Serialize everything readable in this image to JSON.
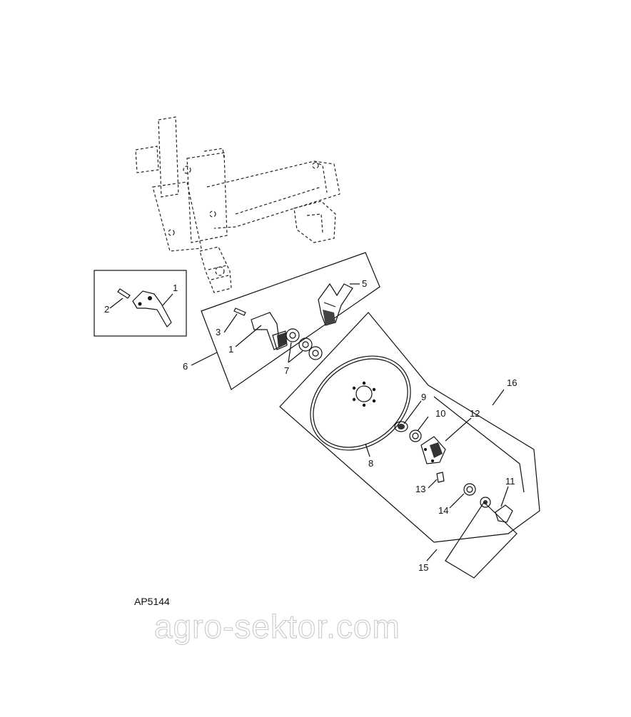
{
  "figure": {
    "code": "AP5144",
    "watermark": "agro-sektor.com"
  },
  "callouts": [
    {
      "id": "c1a",
      "label": "1"
    },
    {
      "id": "c2",
      "label": "2"
    },
    {
      "id": "c3",
      "label": "3"
    },
    {
      "id": "c1b",
      "label": "1"
    },
    {
      "id": "c5",
      "label": "5"
    },
    {
      "id": "c6",
      "label": "6"
    },
    {
      "id": "c7",
      "label": "7"
    },
    {
      "id": "c8",
      "label": "8"
    },
    {
      "id": "c9",
      "label": "9"
    },
    {
      "id": "c10",
      "label": "10"
    },
    {
      "id": "c12",
      "label": "12"
    },
    {
      "id": "c16",
      "label": "16"
    },
    {
      "id": "c11",
      "label": "11"
    },
    {
      "id": "c13",
      "label": "13"
    },
    {
      "id": "c14",
      "label": "14"
    },
    {
      "id": "c15",
      "label": "15"
    }
  ]
}
